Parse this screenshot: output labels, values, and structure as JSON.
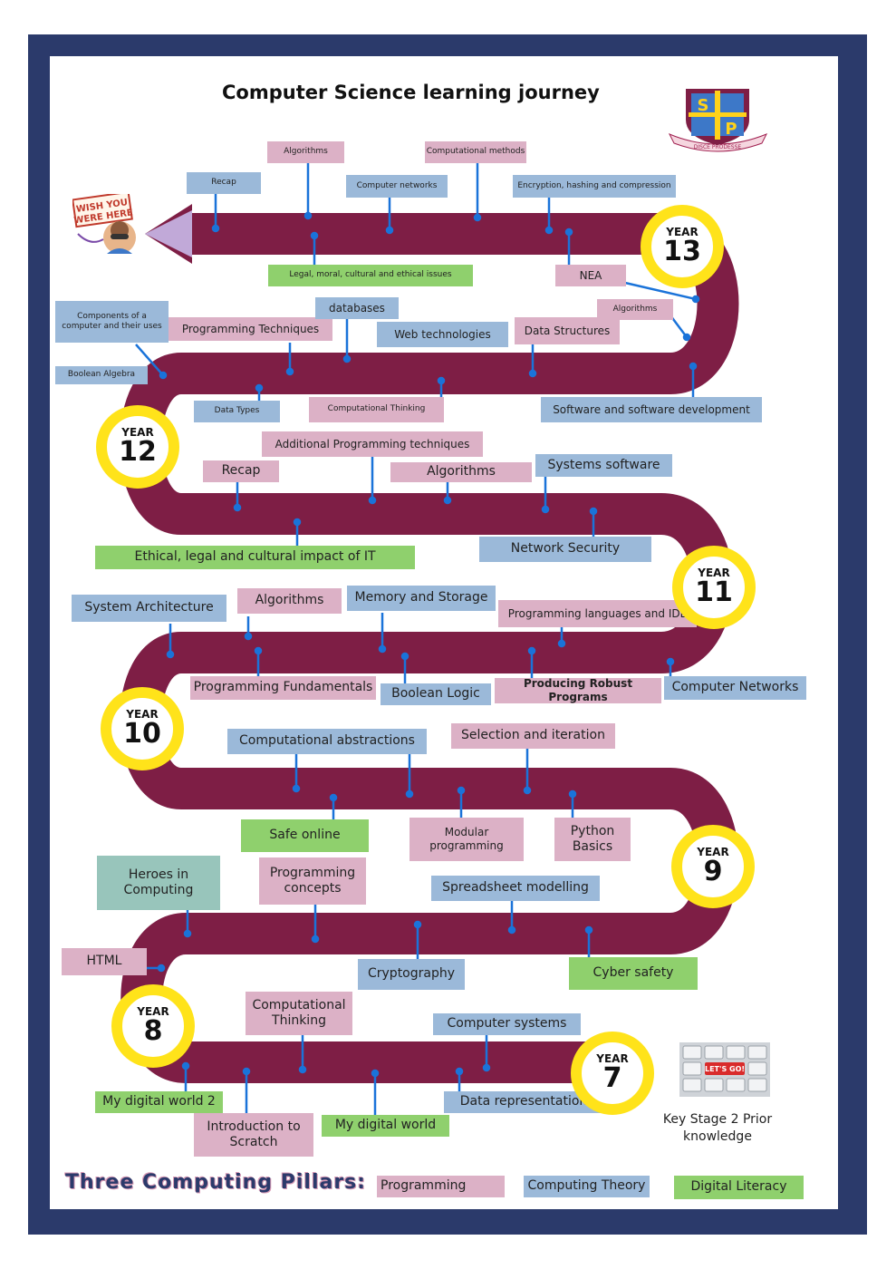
{
  "title": "Computer Science learning journey",
  "icons": {
    "school_logo": "school-crest-icon",
    "wish_you_were_here": "postcard-icon",
    "keyboard": "keyboard-lets-go-icon"
  },
  "logo": {
    "letters": [
      "S",
      "P"
    ],
    "motto": "DISCE PRODESSE"
  },
  "postcard": {
    "line1": "WISH YOU",
    "line2": "WERE HERE"
  },
  "keyboard_key": "LET'S GO!",
  "year_word": "YEAR",
  "years": [
    {
      "id": "13",
      "number": "13"
    },
    {
      "id": "12",
      "number": "12"
    },
    {
      "id": "11",
      "number": "11"
    },
    {
      "id": "10",
      "number": "10"
    },
    {
      "id": "9",
      "number": "9"
    },
    {
      "id": "8",
      "number": "8"
    },
    {
      "id": "7",
      "number": "7"
    }
  ],
  "year13": {
    "recap": "Recap",
    "algorithms": "Algorithms",
    "computer_networks": "Computer networks",
    "computational_methods": "Computational methods",
    "encryption": "Encryption, hashing and compression",
    "legal_moral": "Legal, moral, cultural and ethical issues",
    "nea": "NEA"
  },
  "year12": {
    "components": "Components of a computer and their uses",
    "programming_techniques": "Programming Techniques",
    "databases": "databases",
    "web_technologies": "Web technologies",
    "data_structures": "Data Structures",
    "algorithms": "Algorithms",
    "boolean_algebra": "Boolean Algebra",
    "data_types": "Data Types",
    "computational_thinking": "Computational Thinking",
    "software_dev": "Software and software development"
  },
  "year11": {
    "additional_programming": "Additional Programming techniques",
    "recap": "Recap",
    "algorithms": "Algorithms",
    "systems_software": "Systems software",
    "ethical_legal": "Ethical, legal and cultural impact of IT",
    "network_security": "Network Security"
  },
  "year10": {
    "system_architecture": "System Architecture",
    "algorithms": "Algorithms",
    "memory_storage": "Memory and Storage",
    "programming_languages": "Programming languages and IDE",
    "programming_fundamentals": "Programming Fundamentals",
    "boolean_logic": "Boolean Logic",
    "robust_programs": "Producing Robust Programs",
    "computer_networks": "Computer Networks"
  },
  "year9": {
    "computational_abstractions": "Computational abstractions",
    "selection_iteration": "Selection and iteration",
    "safe_online": "Safe online",
    "modular_programming": "Modular programming",
    "python_basics": "Python Basics"
  },
  "year8": {
    "heroes": "Heroes in Computing",
    "programming_concepts": "Programming concepts",
    "spreadsheet": "Spreadsheet modelling",
    "html": "HTML",
    "cryptography": "Cryptography",
    "cyber_safety": "Cyber safety"
  },
  "year7": {
    "computational_thinking": "Computational Thinking",
    "computer_systems": "Computer systems",
    "digital_world_2": "My digital world 2",
    "intro_scratch": "Introduction to Scratch",
    "digital_world": "My digital world",
    "data_representation": "Data representation"
  },
  "ks2": "Key Stage 2 Prior knowledge",
  "legend": {
    "heading": "Three Computing Pillars:",
    "programming": "Programming",
    "theory": "Computing Theory",
    "literacy": "Digital Literacy"
  },
  "colors": {
    "frame": "#2b3a6b",
    "road": "#7e1e45",
    "year_ring": "#ffe31a",
    "programming": "#dcb1c6",
    "theory": "#9bb9d9",
    "literacy": "#8fd06d",
    "heroes": "#98c5bb",
    "pin": "#1a73d9"
  }
}
